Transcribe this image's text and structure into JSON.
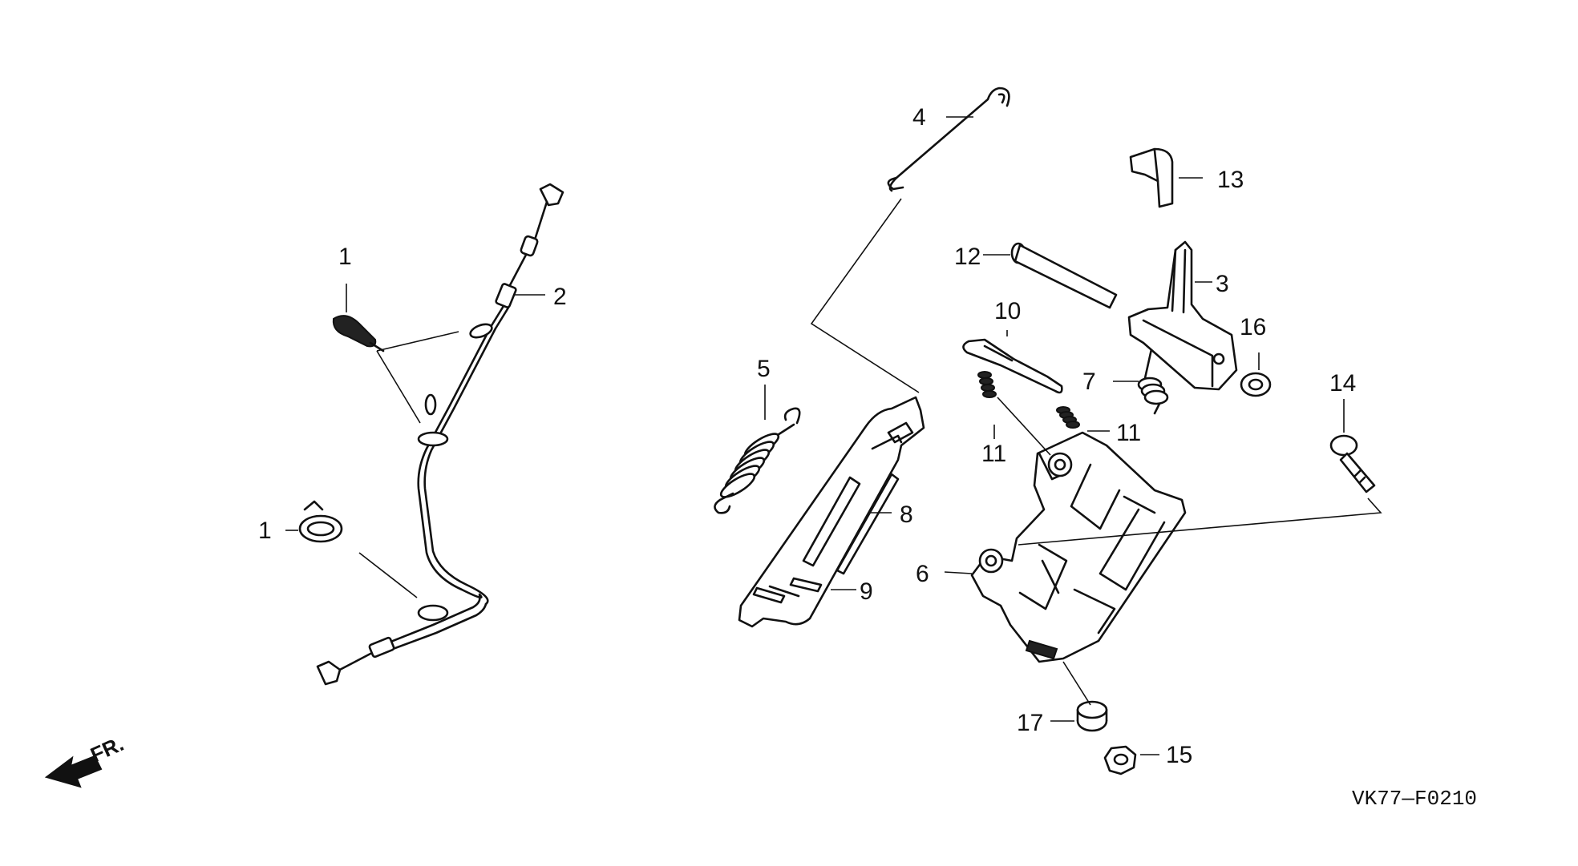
{
  "diagram": {
    "labels": {
      "p1a": "1",
      "p1b": "1",
      "p2": "2",
      "p3": "3",
      "p4": "4",
      "p5": "5",
      "p6": "6",
      "p7": "7",
      "p8": "8",
      "p9": "9",
      "p10": "10",
      "p11a": "11",
      "p11b": "11",
      "p12": "12",
      "p13": "13",
      "p14": "14",
      "p15": "15",
      "p16": "16",
      "p17": "17"
    },
    "direction_label": "FR.",
    "figure_code": "VK77—F0210"
  }
}
